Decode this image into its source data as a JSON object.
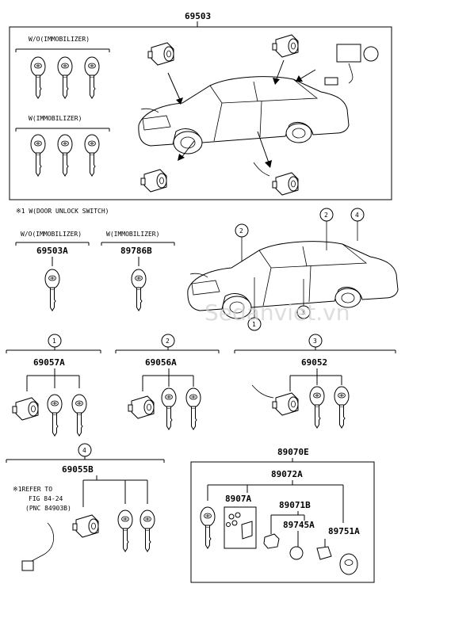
{
  "top": {
    "part_number": "69503",
    "wo_immobilizer_label": "W/O(IMMOBILIZER)",
    "w_immobilizer_label": "W(IMMOBILIZER)"
  },
  "note": "※1 W(DOOR UNLOCK SWITCH)",
  "keys": {
    "wo_label": "W/O(IMMOBILIZER)",
    "wo_part": "69503A",
    "w_label": "W(IMMOBILIZER)",
    "w_part": "89786B"
  },
  "car_callouts": [
    "2",
    "2",
    "4",
    "3",
    "1"
  ],
  "watermark": "Sedanviet.vn",
  "sets": [
    {
      "num": "1",
      "part": "69057A"
    },
    {
      "num": "2",
      "part": "69056A"
    },
    {
      "num": "3",
      "part": "69052"
    }
  ],
  "set4": {
    "num": "4",
    "part": "69055B",
    "ref_line1": "※1REFER TO",
    "ref_line2": "FIG 84-24",
    "ref_line3": "(PNC 84903B)"
  },
  "kit": {
    "top": "89070E",
    "main": "89072A",
    "p1": "8907A",
    "p2": "89071B",
    "p3": "89745A",
    "p4": "89751A"
  }
}
